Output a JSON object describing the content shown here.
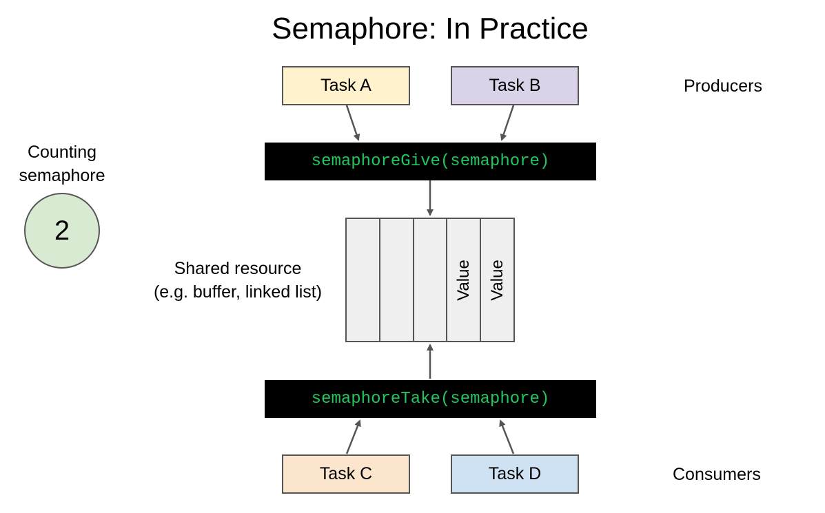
{
  "title": "Semaphore: In Practice",
  "semaphore": {
    "label_line1": "Counting",
    "label_line2": "semaphore",
    "count": "2",
    "fill": "#d9ead3"
  },
  "producers": {
    "label": "Producers",
    "tasks": [
      {
        "label": "Task A",
        "fill": "#fff2cc"
      },
      {
        "label": "Task B",
        "fill": "#d9d2e9"
      }
    ]
  },
  "consumers": {
    "label": "Consumers",
    "tasks": [
      {
        "label": "Task C",
        "fill": "#fce5cd"
      },
      {
        "label": "Task D",
        "fill": "#cfe2f3"
      }
    ]
  },
  "functions": {
    "give": "semaphoreGive(semaphore)",
    "take": "semaphoreTake(semaphore)"
  },
  "resource": {
    "label_line1": "Shared resource",
    "label_line2": "(e.g. buffer, linked list)",
    "cells": [
      "",
      "",
      "",
      "Value",
      "Value"
    ]
  }
}
